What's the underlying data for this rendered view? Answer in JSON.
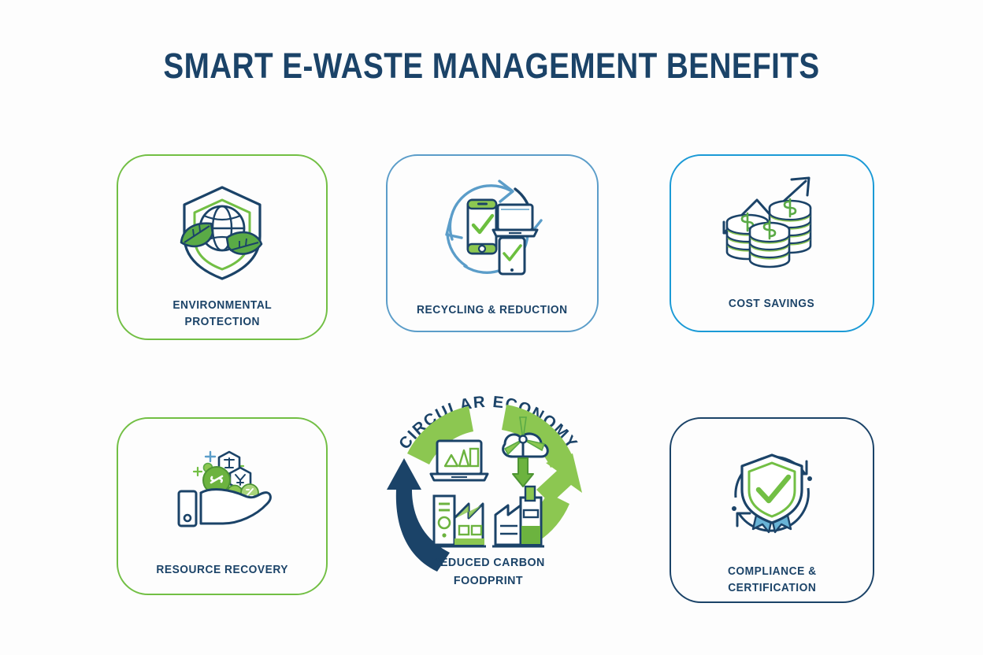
{
  "header": {
    "title": "Smart E-Waste Management Benefits"
  },
  "colors": {
    "navy": "#1b4368",
    "green": "#72bf44",
    "light_blue": "#5b9dc9",
    "bright_blue": "#1b9ad6",
    "background": "#fdfdfd"
  },
  "cards": [
    {
      "id": "environmental-protection",
      "label": "Environmental\nProtection",
      "icon": "shield-globe-leaves-icon",
      "border_color": "#72bf44"
    },
    {
      "id": "recycling-reduction",
      "label": "Recycling & Reduction",
      "icon": "recycle-devices-icon",
      "border_color": "#5b9dc9"
    },
    {
      "id": "cost-savings",
      "label": "Cost Savings",
      "icon": "coin-stacks-growth-arrow-icon",
      "border_color": "#1b9ad6"
    },
    {
      "id": "resource-recovery",
      "label": "Resource Recovery",
      "icon": "hand-with-materials-icon",
      "border_color": "#72bf44"
    },
    {
      "id": "compliance-certification",
      "label": "Compliance &\nCertification",
      "icon": "shield-check-badge-icon",
      "border_color": "#1b4368"
    }
  ],
  "center": {
    "arc_label": "CIRCULAR ECONOMY",
    "caption": "Reduced Carbon\nFoodprint",
    "icons": [
      "laptop-bar-chart-icon",
      "wind-turbine-cloud-icon",
      "factory-server-icon",
      "factory-building-icon"
    ],
    "arrow_colors": {
      "clockwise": "#8cc751",
      "counter_clockwise": "#1b4368"
    }
  }
}
